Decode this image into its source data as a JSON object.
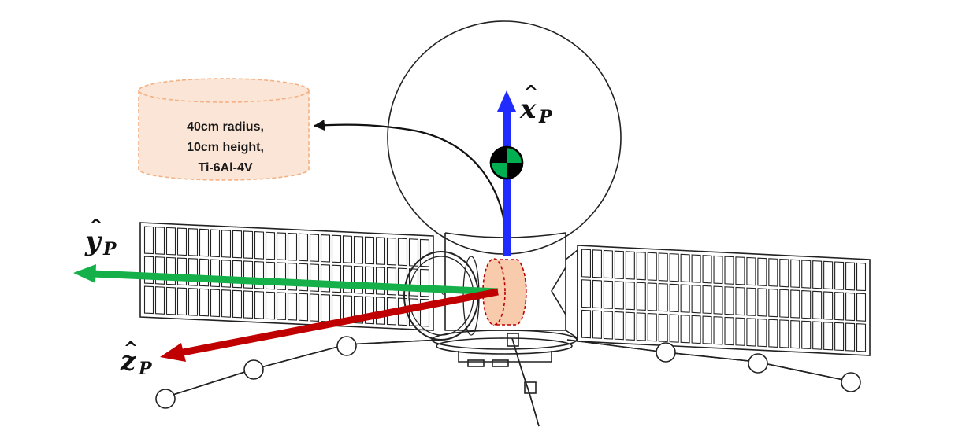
{
  "callout": {
    "lines": [
      "40cm radius,",
      "10cm height,",
      "Ti-6Al-4V"
    ]
  },
  "axes": {
    "x": {
      "letter": "x",
      "sub": "P",
      "color": "#1f2bff"
    },
    "y": {
      "letter": "y",
      "sub": "P",
      "color": "#16b04a"
    },
    "z": {
      "letter": "z",
      "sub": "P",
      "color": "#c00000"
    }
  },
  "colors": {
    "cylinder_fill": "#f8cbad",
    "cylinder_stroke": "#c00000",
    "callout_fill": "#fbe5d6",
    "callout_stroke": "#f4b183",
    "cg_green": "#00b050",
    "cg_black": "#000000"
  },
  "icons": {
    "center_of_mass": "cg-marker-icon"
  }
}
